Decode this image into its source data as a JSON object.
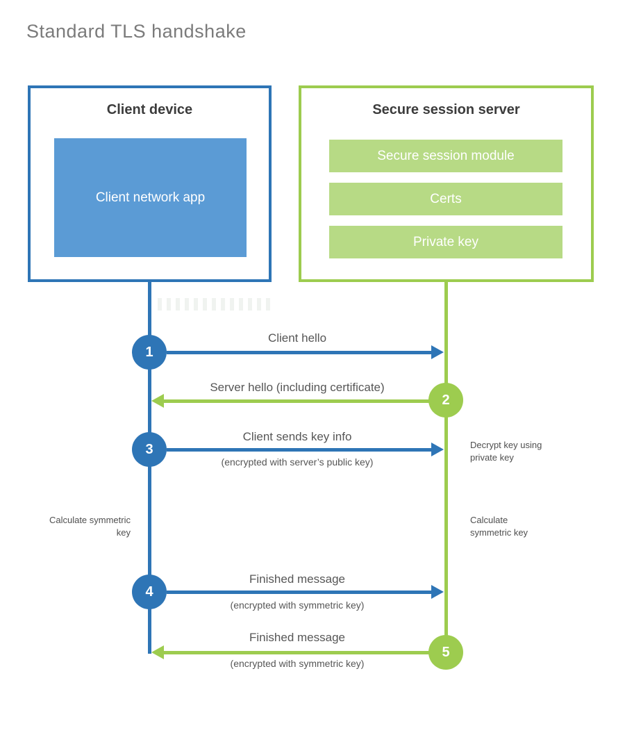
{
  "title": "Standard TLS handshake",
  "client_panel": {
    "title": "Client device",
    "app_label": "Client network app"
  },
  "server_panel": {
    "title": "Secure session server",
    "modules": [
      "Secure session module",
      "Certs",
      "Private key"
    ]
  },
  "messages": [
    {
      "step": "1",
      "label": "Client hello",
      "sublabel": "",
      "direction": "right",
      "from": "client",
      "to": "server"
    },
    {
      "step": "2",
      "label": "Server hello (including certificate)",
      "sublabel": "",
      "direction": "left",
      "from": "server",
      "to": "client"
    },
    {
      "step": "3",
      "label": "Client sends key info",
      "sublabel": "(encrypted with server’s public key)",
      "direction": "right",
      "from": "client",
      "to": "server"
    },
    {
      "step": "4",
      "label": "Finished message",
      "sublabel": "(encrypted with symmetric key)",
      "direction": "right",
      "from": "client",
      "to": "server"
    },
    {
      "step": "5",
      "label": "Finished message",
      "sublabel": "(encrypted with symmetric key)",
      "direction": "left",
      "from": "server",
      "to": "client"
    }
  ],
  "notes": {
    "decrypt": "Decrypt key using private key",
    "calc_left": "Calculate symmetric key",
    "calc_right": "Calculate symmetric key"
  },
  "colors": {
    "blue": "#2e75b6",
    "blue_fill": "#5b9bd5",
    "green": "#9dcc4f",
    "green_fill": "#b7da85"
  }
}
